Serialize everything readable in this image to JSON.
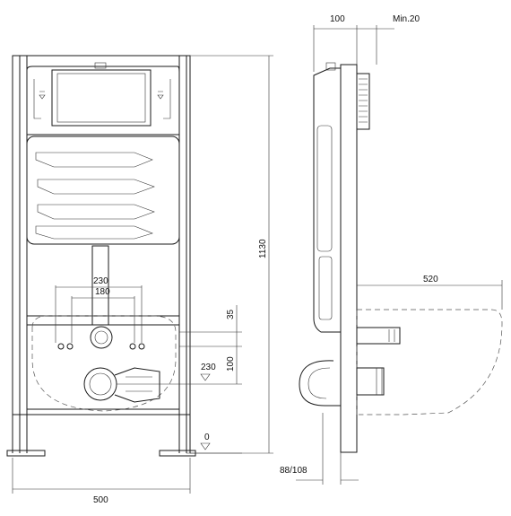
{
  "dimensions": {
    "total_height": "1130",
    "frame_width": "500",
    "side_depth": "100",
    "side_min_gap": "Min.20",
    "bowl_projection": "520",
    "bolt_spacing_outer": "230",
    "bolt_spacing_inner": "180",
    "bolt_offset": "35",
    "drain_height": "230",
    "drain_offset": "100",
    "floor_level": "0",
    "side_offset": "88/108"
  }
}
